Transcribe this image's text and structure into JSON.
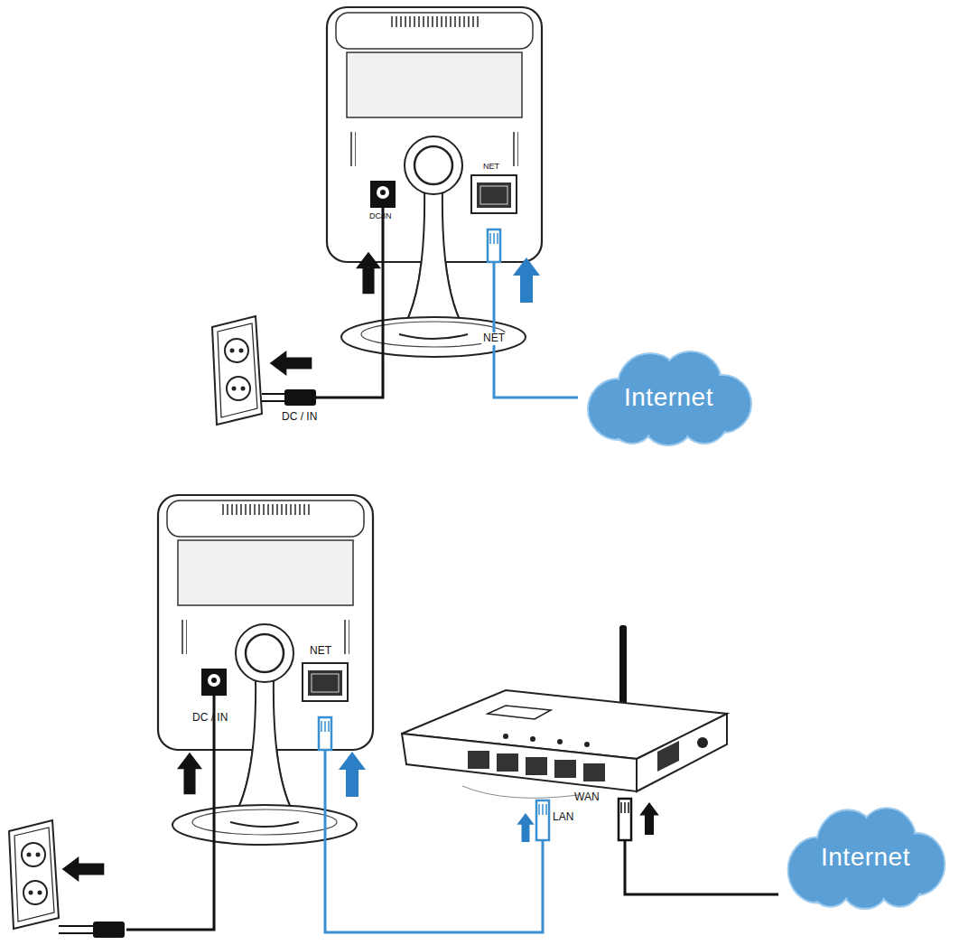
{
  "diagram": {
    "nodes": [
      {
        "text": [
          "DC/IN",
          "NET"
        ]
      },
      {
        "text": [
          "Internet"
        ]
      },
      {
        "text": [
          "DC / IN",
          "NET"
        ]
      },
      {
        "text": [
          "LAN",
          "WAN"
        ]
      },
      {
        "text": [
          "Internet"
        ]
      }
    ],
    "edges": [
      {
        "from": 0,
        "to": 1,
        "label": "NET",
        "arrow": "none"
      },
      {
        "from": 2,
        "to": 3,
        "arrow": "none"
      },
      {
        "from": 3,
        "to": 4,
        "arrow": "none"
      }
    ],
    "labels": [
      "DC / IN"
    ]
  }
}
